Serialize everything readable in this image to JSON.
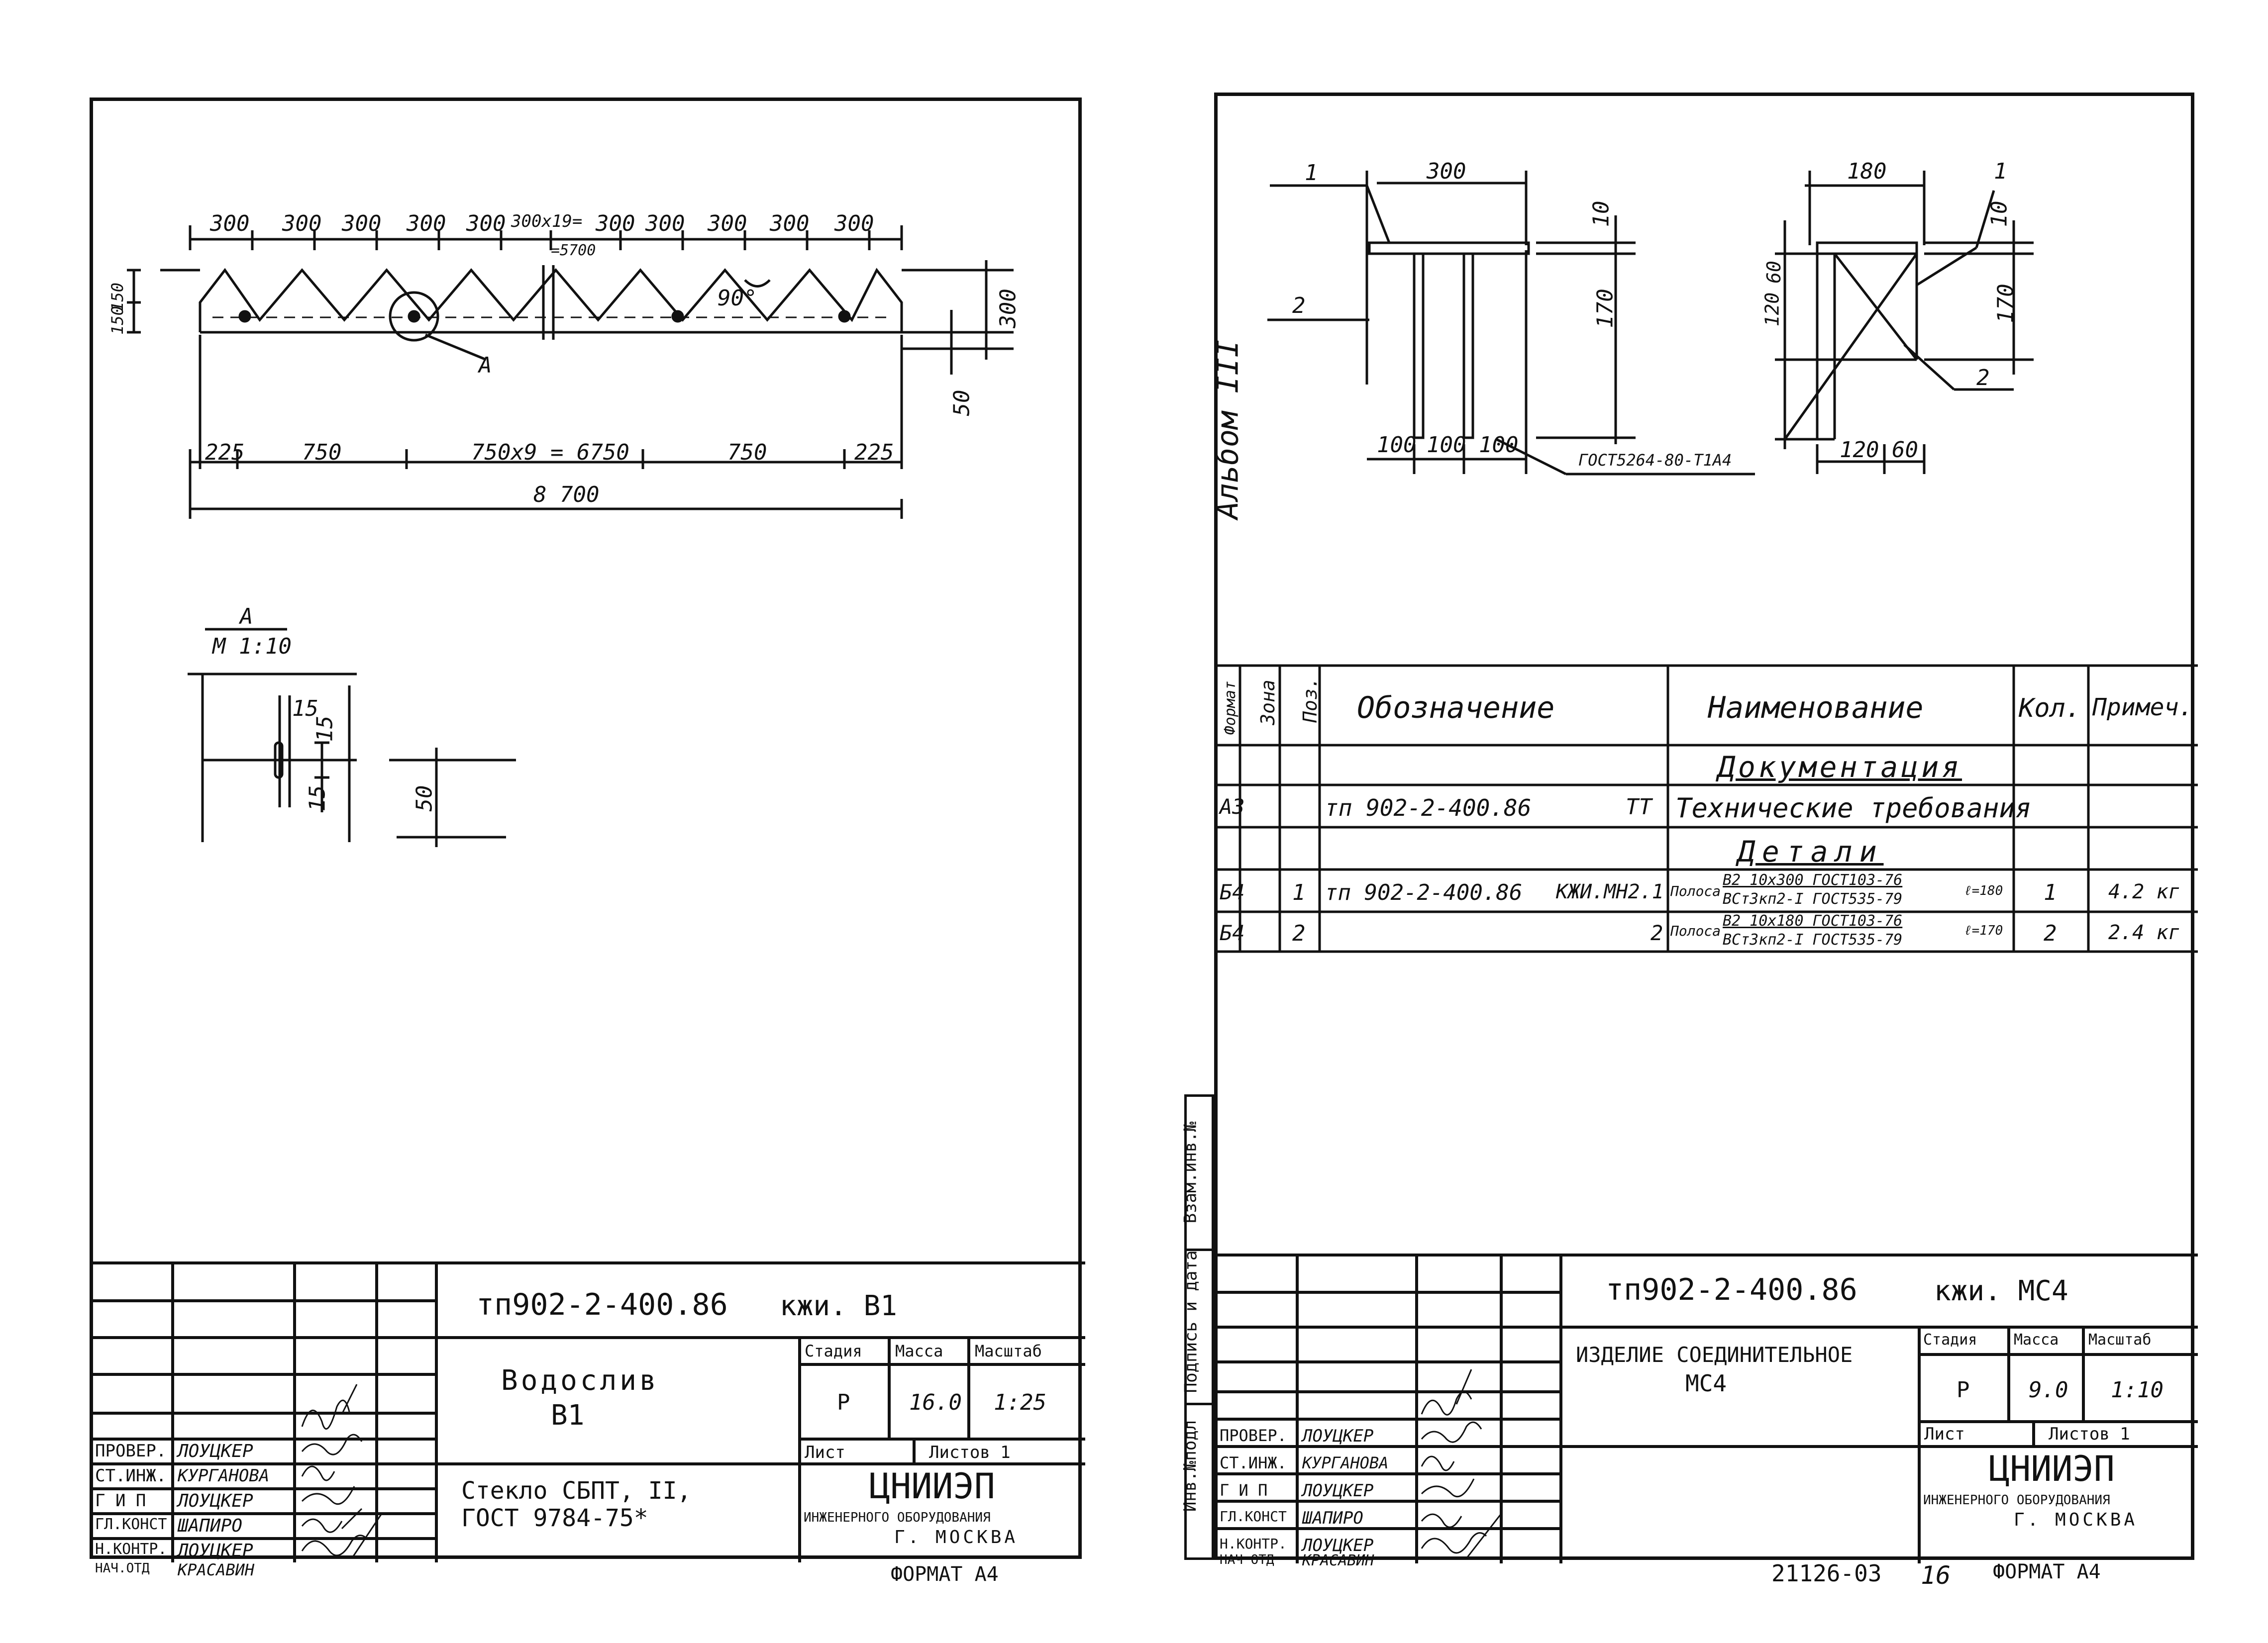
{
  "left_sheet": {
    "drawing": {
      "top_dims": [
        "300",
        "300",
        "300",
        "300",
        "300",
        "300",
        "300",
        "300",
        "300",
        "300"
      ],
      "top_center_dim": "300х19=",
      "top_center_dim2": "=5700",
      "left_dims": [
        "150",
        "150"
      ],
      "angle": "90°",
      "right_dim": "300",
      "right_small_dim": "50",
      "callout": "А",
      "bottom_dims": [
        "225",
        "750",
        "750х9 = 6750",
        "750",
        "225"
      ],
      "total_dim": "8 700"
    },
    "detail": {
      "title": "А",
      "scale": "М 1:10",
      "dims": [
        "15",
        "15",
        "15"
      ],
      "height_dim": "50"
    },
    "title_block": {
      "doc_number": "тп902-2-400.86",
      "doc_code": "кжи. В1",
      "name_line1": "Водослив",
      "name_line2": "В1",
      "material_line1": "Стекло СБПТ, II,",
      "material_line2": "ГОСТ 9784-75*",
      "stage_label": "Стадия",
      "mass_label": "Масса",
      "scale_label": "Масштаб",
      "stage": "Р",
      "mass": "16.0",
      "scale": "1:25",
      "sheet_label": "Лист",
      "sheets_label": "Листов 1",
      "org": "ЦНИИЭП",
      "org_line2": "инженерного оборудования",
      "org_line3": "г. Москва",
      "roles": [
        "Провер.",
        "Ст.инж.",
        "Г И П",
        "Гл.конст",
        "Н.контр.",
        "Нач.отд"
      ],
      "names": [
        "Лоуцкер",
        "Курганова",
        "Лоуцкер",
        "Шапиро",
        "Лоуцкер",
        "Красавин"
      ],
      "format": "Формат А4"
    }
  },
  "right_sheet": {
    "album_label": "Альбом III",
    "drawing": {
      "left_view": {
        "pos1": "1",
        "pos2": "2",
        "top_dim": "300",
        "right_dims": [
          "10",
          "170"
        ],
        "bottom_dims": [
          "100",
          "100",
          "100"
        ],
        "gost": "ГОСТ5264-80-Т1А4"
      },
      "right_view": {
        "top_dim": "180",
        "pos1": "1",
        "pos2": "2",
        "left_dims": [
          "60",
          "120"
        ],
        "right_dims": [
          "10",
          "170"
        ],
        "bottom_dims": [
          "120",
          "60"
        ]
      }
    },
    "spec": {
      "headers": [
        "Формат",
        "Зона",
        "Поз.",
        "Обозначение",
        "Наименование",
        "Кол.",
        "Примеч."
      ],
      "section_docs": "Документация",
      "row_docs": {
        "format": "А3",
        "designation": "тп 902-2-400.86",
        "code": "ТТ",
        "name": "Технические требования"
      },
      "section_parts": "Детали",
      "rows": [
        {
          "format": "Б4",
          "pos": "1",
          "designation": "тп 902-2-400.86",
          "code": "КЖИ.МН2.1",
          "name_prefix": "Полоса",
          "name_top": "В2 10х300 ГОСТ103-76",
          "name_bottom": "ВСт3кп2-I ГОСТ535-79",
          "length": "ℓ=180",
          "qty": "1",
          "note": "4.2 кг"
        },
        {
          "format": "Б4",
          "pos": "2",
          "designation": "",
          "code": "2",
          "name_prefix": "Полоса",
          "name_top": "В2 10х180 ГОСТ103-76",
          "name_bottom": "ВСт3кп2-I ГОСТ535-79",
          "length": "ℓ=170",
          "qty": "2",
          "note": "2.4 кг"
        }
      ]
    },
    "side_stamp": [
      "Инв.№подл",
      "Подпись и дата",
      "Взам.инв.№"
    ],
    "title_block": {
      "doc_number": "тп902-2-400.86",
      "doc_code": "кжи. МС4",
      "name_line1": "Изделие соединительное",
      "name_line2": "МС4",
      "stage_label": "Стадия",
      "mass_label": "Масса",
      "scale_label": "Масштаб",
      "stage": "Р",
      "mass": "9.0",
      "scale": "1:10",
      "sheet_label": "Лист",
      "sheets_label": "Листов 1",
      "org": "ЦНИИЭП",
      "org_line2": "инженерного оборудования",
      "org_line3": "г. Москва",
      "roles": [
        "Провер.",
        "Ст.инж.",
        "Г И П",
        "Гл.конст",
        "Н.контр.",
        "Нач отд"
      ],
      "names": [
        "Лоуцкер",
        "Курганова",
        "Лоуцкер",
        "Шапиро",
        "Лоуцкер",
        "Красавин"
      ],
      "footer_number": "21126-03",
      "footer_page": "16",
      "format": "Формат А4"
    }
  }
}
